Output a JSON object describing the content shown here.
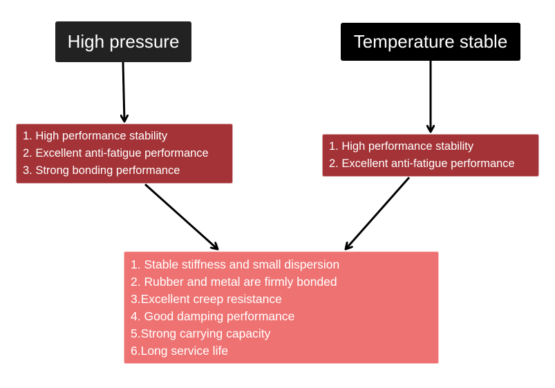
{
  "diagram": {
    "colors": {
      "head_a": "#222222",
      "head_b": "#000000",
      "mid_box": "#A33337",
      "result_box": "#EF7272",
      "arrow": "#000000"
    },
    "nodes": {
      "high_pressure": {
        "label": "High pressure"
      },
      "temperature_stable": {
        "label": "Temperature stable"
      },
      "high_pressure_benefits": {
        "items": [
          "1. High performance stability",
          "2. Excellent anti-fatigue performance",
          "3. Strong bonding performance"
        ]
      },
      "temperature_stable_benefits": {
        "items": [
          "1. High performance stability",
          "2. Excellent anti-fatigue performance"
        ]
      },
      "results": {
        "items": [
          "1. Stable stiffness and small dispersion",
          "2. Rubber and metal are firmly bonded",
          "3.Excellent creep resistance",
          "4. Good damping performance",
          "5.Strong carrying capacity",
          "6.Long service life"
        ]
      }
    }
  }
}
